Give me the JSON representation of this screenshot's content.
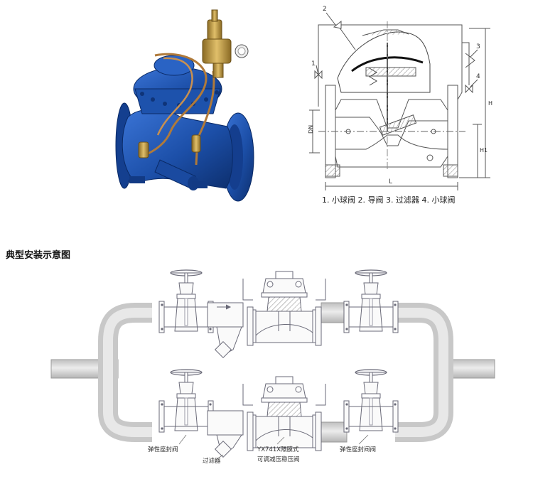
{
  "product_photo": {
    "description_icon": "valve-photo"
  },
  "drawing": {
    "callouts": [
      "1",
      "2",
      "3",
      "4"
    ],
    "dims": {
      "dn": "DN",
      "l": "L",
      "h": "H",
      "h1": "H1"
    },
    "legend": "1. 小球阀  2. 导阀  3. 过滤器  4. 小球阀"
  },
  "install": {
    "title": "典型安装示意图",
    "labels": {
      "gate_valve": "弹性座封阀",
      "strainer": "过滤器",
      "main_valve_line1": "YX741X隔膜式",
      "main_valve_line2": "可调减压稳压阀",
      "gate_valve_right": "弹性座封闸阀"
    }
  },
  "colors": {
    "valve_blue": "#1c4fa8",
    "brass": "#b8923a",
    "line": "#6a6a78",
    "pipe": "#d3d3d3"
  }
}
